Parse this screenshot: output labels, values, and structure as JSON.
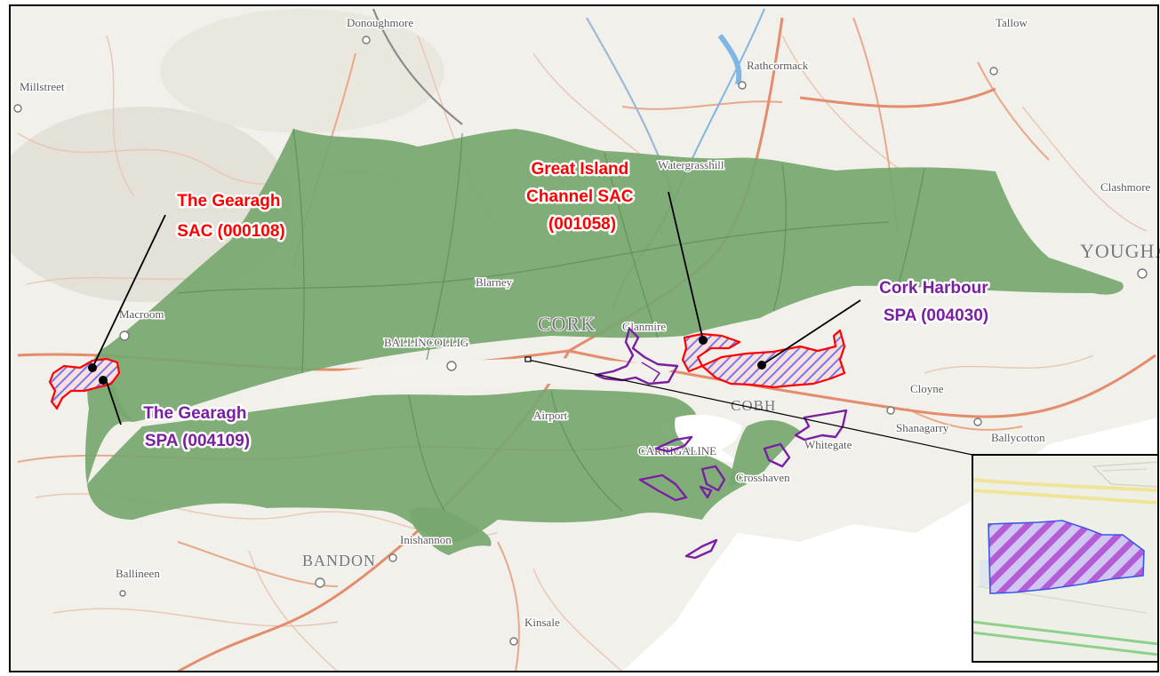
{
  "labels": {
    "gearagh_sac": [
      "The Gearagh",
      "SAC (000108)"
    ],
    "gearagh_spa": [
      "The Gearagh",
      "SPA (004109)"
    ],
    "great_island": [
      "Great Island",
      "Channel SAC",
      "(001058)"
    ],
    "cork_harbour": [
      "Cork Harbour",
      "SPA (004030)"
    ]
  },
  "basemap_places": {
    "cork": "CORK",
    "ballincollig": "BALLINCOLLIG",
    "bandon": "BANDON",
    "cobh": "COBH",
    "youghal": "YOUGHA",
    "rathcormack": "Rathcormack",
    "tallow": "Tallow",
    "clashmore": "Clashmore",
    "cloyne": "Cloyne",
    "shanagarry": "Shanagarry",
    "ballycotton": "Ballycotton",
    "kinsale": "Kinsale",
    "ballineen": "Ballineen",
    "macroom": "Macroom",
    "millstreet": "Millstreet",
    "whitegate": "Whitegate",
    "crosshaven": "Crosshaven",
    "inishannon": "Inishannon",
    "carrigaline": "CARRIGALINE",
    "airport": "Airport",
    "glanmire": "Glanmire",
    "watergrasshill": "Watergrasshill",
    "blarney": "Blarney",
    "donoughmore": "Donoughmore"
  },
  "colors": {
    "catchment": "#77a76f",
    "sac": "#ff0000",
    "spa": "#7a1fa2",
    "site_hatch": "#4a52e6",
    "regional_road": "#e9a88a",
    "national_road": "#e48d6c",
    "river": "#7fb6e6",
    "background": "#f1f0ea",
    "sea": "#ffffff"
  },
  "legend_icons": {
    "site": "hatched-polygon-icon",
    "inset": "inset-frame"
  }
}
